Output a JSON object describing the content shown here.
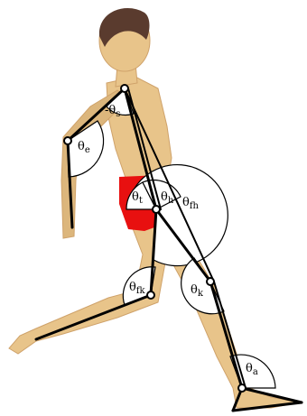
{
  "figure": {
    "colors": {
      "skin": "#e8c48a",
      "skin_shade": "#cfa26a",
      "hair": "#5a3b2e",
      "shorts": "#e81010",
      "skeleton": "#000000",
      "joint_fill": "#ffffff",
      "angle_fill": "#ffffff"
    },
    "angle_labels": [
      {
        "id": "shoulder",
        "symbol": "-θ",
        "sub": "s"
      },
      {
        "id": "elbow",
        "symbol": "θ",
        "sub": "e"
      },
      {
        "id": "trunk",
        "symbol": "θ",
        "sub": "t"
      },
      {
        "id": "hip",
        "symbol": "θ",
        "sub": "h"
      },
      {
        "id": "front-hip",
        "symbol": "θ",
        "sub": "fh"
      },
      {
        "id": "front-knee",
        "symbol": "θ",
        "sub": "fk"
      },
      {
        "id": "knee",
        "symbol": "θ",
        "sub": "k"
      },
      {
        "id": "ankle",
        "symbol": "θ",
        "sub": "a"
      }
    ]
  }
}
